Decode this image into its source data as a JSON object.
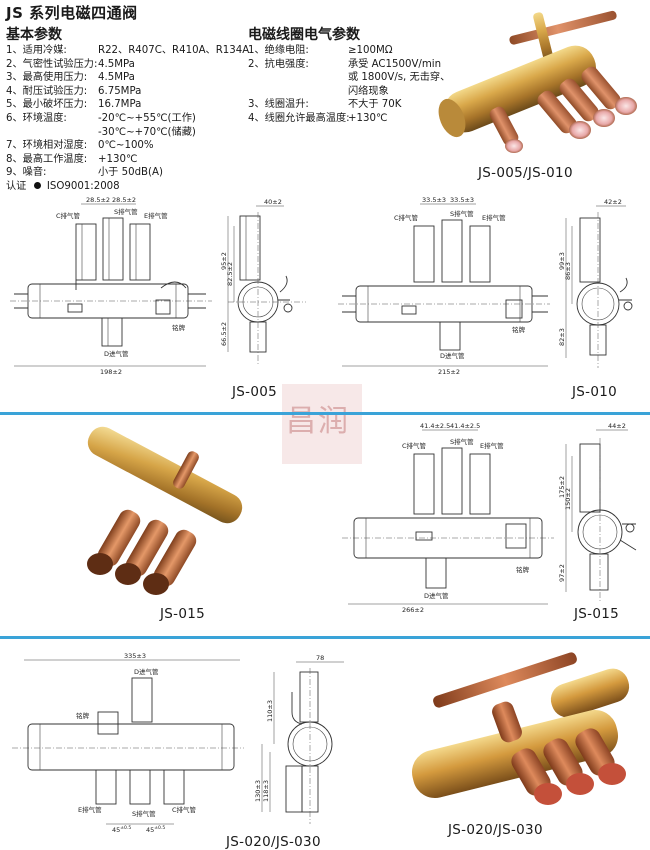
{
  "title": "JS 系列电磁四通阀",
  "basic": {
    "heading": "基本参数",
    "rows": [
      {
        "k": "1、适用冷媒:",
        "v": "R22、R407C、R410A、R134A"
      },
      {
        "k": "2、气密性试验压力:",
        "v": "4.5MPa"
      },
      {
        "k": "3、最高使用压力:",
        "v": "4.5MPa"
      },
      {
        "k": "4、耐压试验压力:",
        "v": "6.75MPa"
      },
      {
        "k": "5、最小破坏压力:",
        "v": "16.7MPa"
      },
      {
        "k": "6、环境温度:",
        "v": "-20℃~+55℃(工作)"
      },
      {
        "k": "",
        "v": "-30℃~+70℃(储藏)"
      },
      {
        "k": "7、环境相对湿度:",
        "v": "0℃~100%"
      },
      {
        "k": "8、最高工作温度:",
        "v": "+130℃"
      },
      {
        "k": "9、噪音:",
        "v": "小于 50dB(A)"
      }
    ],
    "cert_label": "认证",
    "cert_value": "ISO9001:2008"
  },
  "coil": {
    "heading": "电磁线圈电气参数",
    "rows": [
      {
        "k": "1、绝缘电阻:",
        "v": "≥100MΩ"
      },
      {
        "k": "2、抗电强度:",
        "v": "承受 AC1500V/min"
      },
      {
        "k": "",
        "v": "或 1800V/s, 无击穿、"
      },
      {
        "k": "",
        "v": "闪络现象"
      },
      {
        "k": "3、线圈温升:",
        "v": "不大于 70K"
      },
      {
        "k": "4、线圈允许最高温度:",
        "v": "+130℃"
      }
    ]
  },
  "models": {
    "m1": "JS-005/JS-010",
    "m2": "JS-005",
    "m3": "JS-010",
    "m4": "JS-015",
    "m5": "JS-015",
    "m6": "JS-020/JS-030",
    "m7": "JS-020/JS-030"
  },
  "drawings": {
    "js005": {
      "c_pipe": "C排气管",
      "s_pipe": "S排气管",
      "e_pipe": "E排气管",
      "d_pipe": "D进气管",
      "plate": "铭牌",
      "d1": "28.5±2",
      "d2": "28.5±2",
      "width": "198±2",
      "side_w": "40±2",
      "h1": "95±2",
      "h2": "82.5±2",
      "h3": "66.5±2"
    },
    "js010": {
      "c_pipe": "C排气管",
      "s_pipe": "S排气管",
      "e_pipe": "E排气管",
      "d_pipe": "D进气管",
      "plate": "铭牌",
      "d1": "33.5±3",
      "d2": "33.5±3",
      "width": "215±2",
      "side_w": "42±2",
      "h1": "99±3",
      "h2": "86±3",
      "h3": "82±3"
    },
    "js015": {
      "c_pipe": "C排气管",
      "s_pipe": "S排气管",
      "e_pipe": "E排气管",
      "d_pipe": "D进气管",
      "plate": "铭牌",
      "d1": "41.4±2.5",
      "d2": "41.4±2.5",
      "width": "266±2",
      "side_w": "44±2",
      "h1": "175±2",
      "h2": "150±2",
      "h3": "97±2"
    },
    "js020": {
      "c_pipe": "C排气管",
      "s_pipe": "S排气管",
      "e_pipe": "E排气管",
      "d_pipe": "D进气管",
      "plate": "铭牌",
      "width": "335±3",
      "side_w": "78",
      "h1": "110±3",
      "h2": "130±3",
      "h3": "118±3",
      "d1": "45",
      "d1_sup": "±0.5",
      "d2": "45",
      "d2_sup": "±0.5"
    }
  },
  "watermark": "昌润",
  "colors": {
    "divider": "#3aa3d8",
    "brass": "#c99a3a",
    "copper": "#c8734a"
  }
}
